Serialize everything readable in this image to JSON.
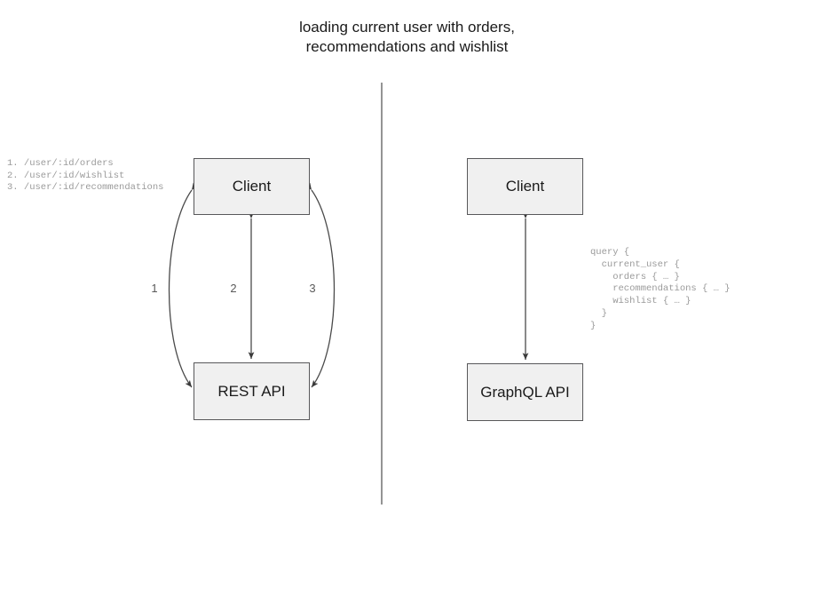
{
  "title": "loading current user with orders,\nrecommendations and wishlist",
  "divider": {
    "name": "vertical-divider",
    "color": "#7a7a7a"
  },
  "palette": {
    "box_fill": "#f0f0f0",
    "box_border": "#58585a",
    "edge": "#5a5a5a",
    "code_text": "#9a9a9a",
    "title_text": "#1a1a1a"
  },
  "rest_side": {
    "client_label": "Client",
    "api_label": "REST API",
    "endpoints": [
      "1. /user/:id/orders",
      "2. /user/:id/wishlist",
      "3. /user/:id/recommendations"
    ],
    "edge_labels": [
      "1",
      "2",
      "3"
    ]
  },
  "graphql_side": {
    "client_label": "Client",
    "api_label": "GraphQL API",
    "query": "query {\n  current_user {\n    orders { … }\n    recommendations { … }\n    wishlist { … }\n  }\n}"
  }
}
